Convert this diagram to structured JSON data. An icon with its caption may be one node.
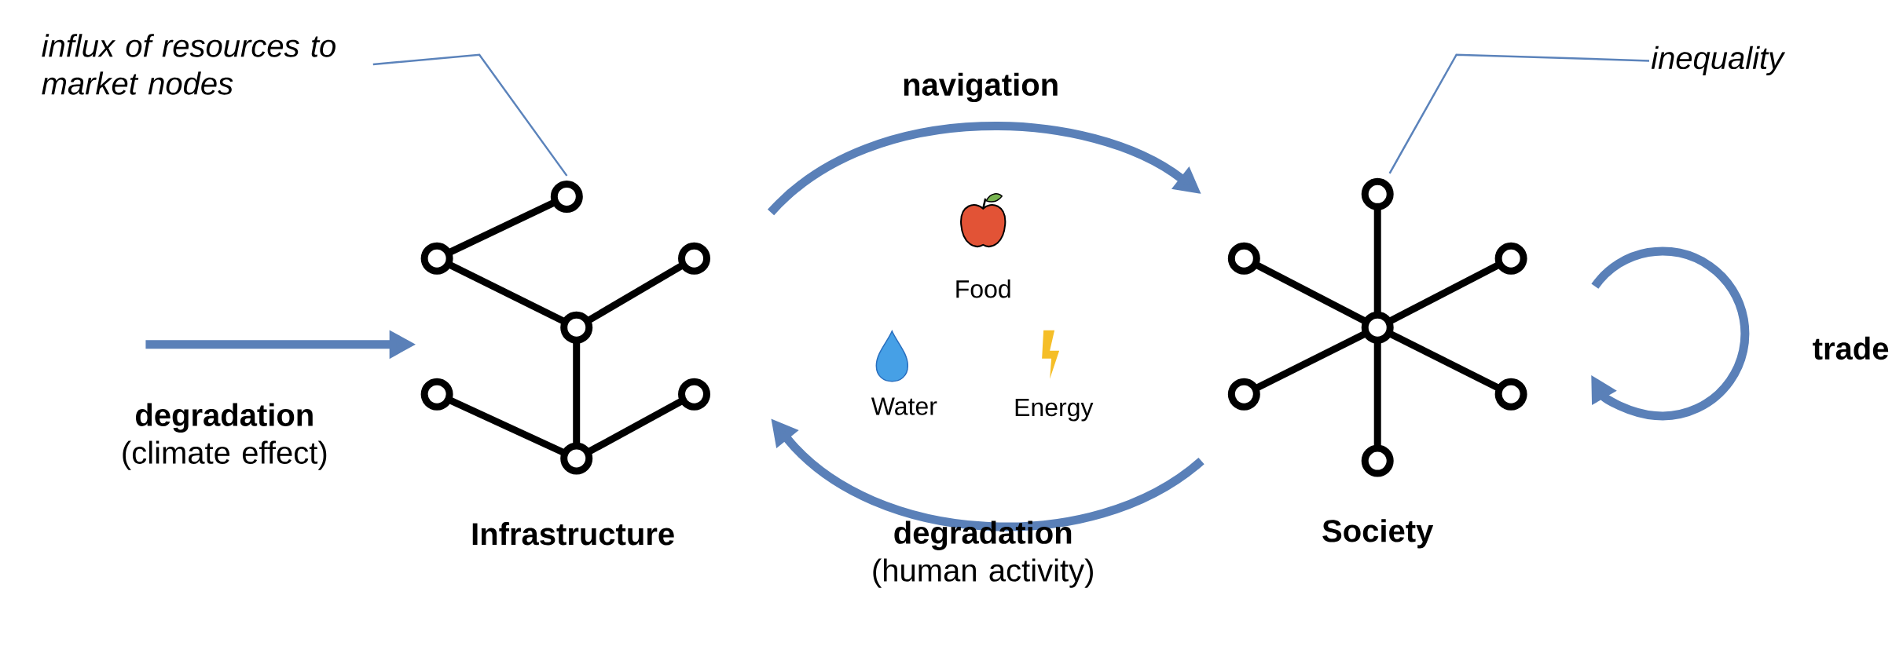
{
  "diagram": {
    "nodes": [
      {
        "text": [
          "Infrastructure"
        ]
      },
      {
        "text": [
          "Society"
        ]
      },
      {
        "text": [
          "influx of resources to market nodes"
        ]
      },
      {
        "text": [
          "inequality"
        ]
      }
    ],
    "edges": [
      {
        "from": 0,
        "to": 1,
        "arrow": "to",
        "label": "navigation"
      },
      {
        "from": 1,
        "to": 0,
        "arrow": "to",
        "label": "**degradation** (human activity)"
      },
      {
        "from": null,
        "to": 0,
        "arrow": "to",
        "label": "**degradation** (climate effect)"
      },
      {
        "from": 1,
        "to": 1,
        "arrow": "to",
        "label": "trade"
      },
      {
        "from": 2,
        "to": 0,
        "arrow": "none"
      },
      {
        "from": 3,
        "to": 1,
        "arrow": "none"
      }
    ],
    "labels": [
      "Food",
      "Water",
      "Energy"
    ]
  }
}
